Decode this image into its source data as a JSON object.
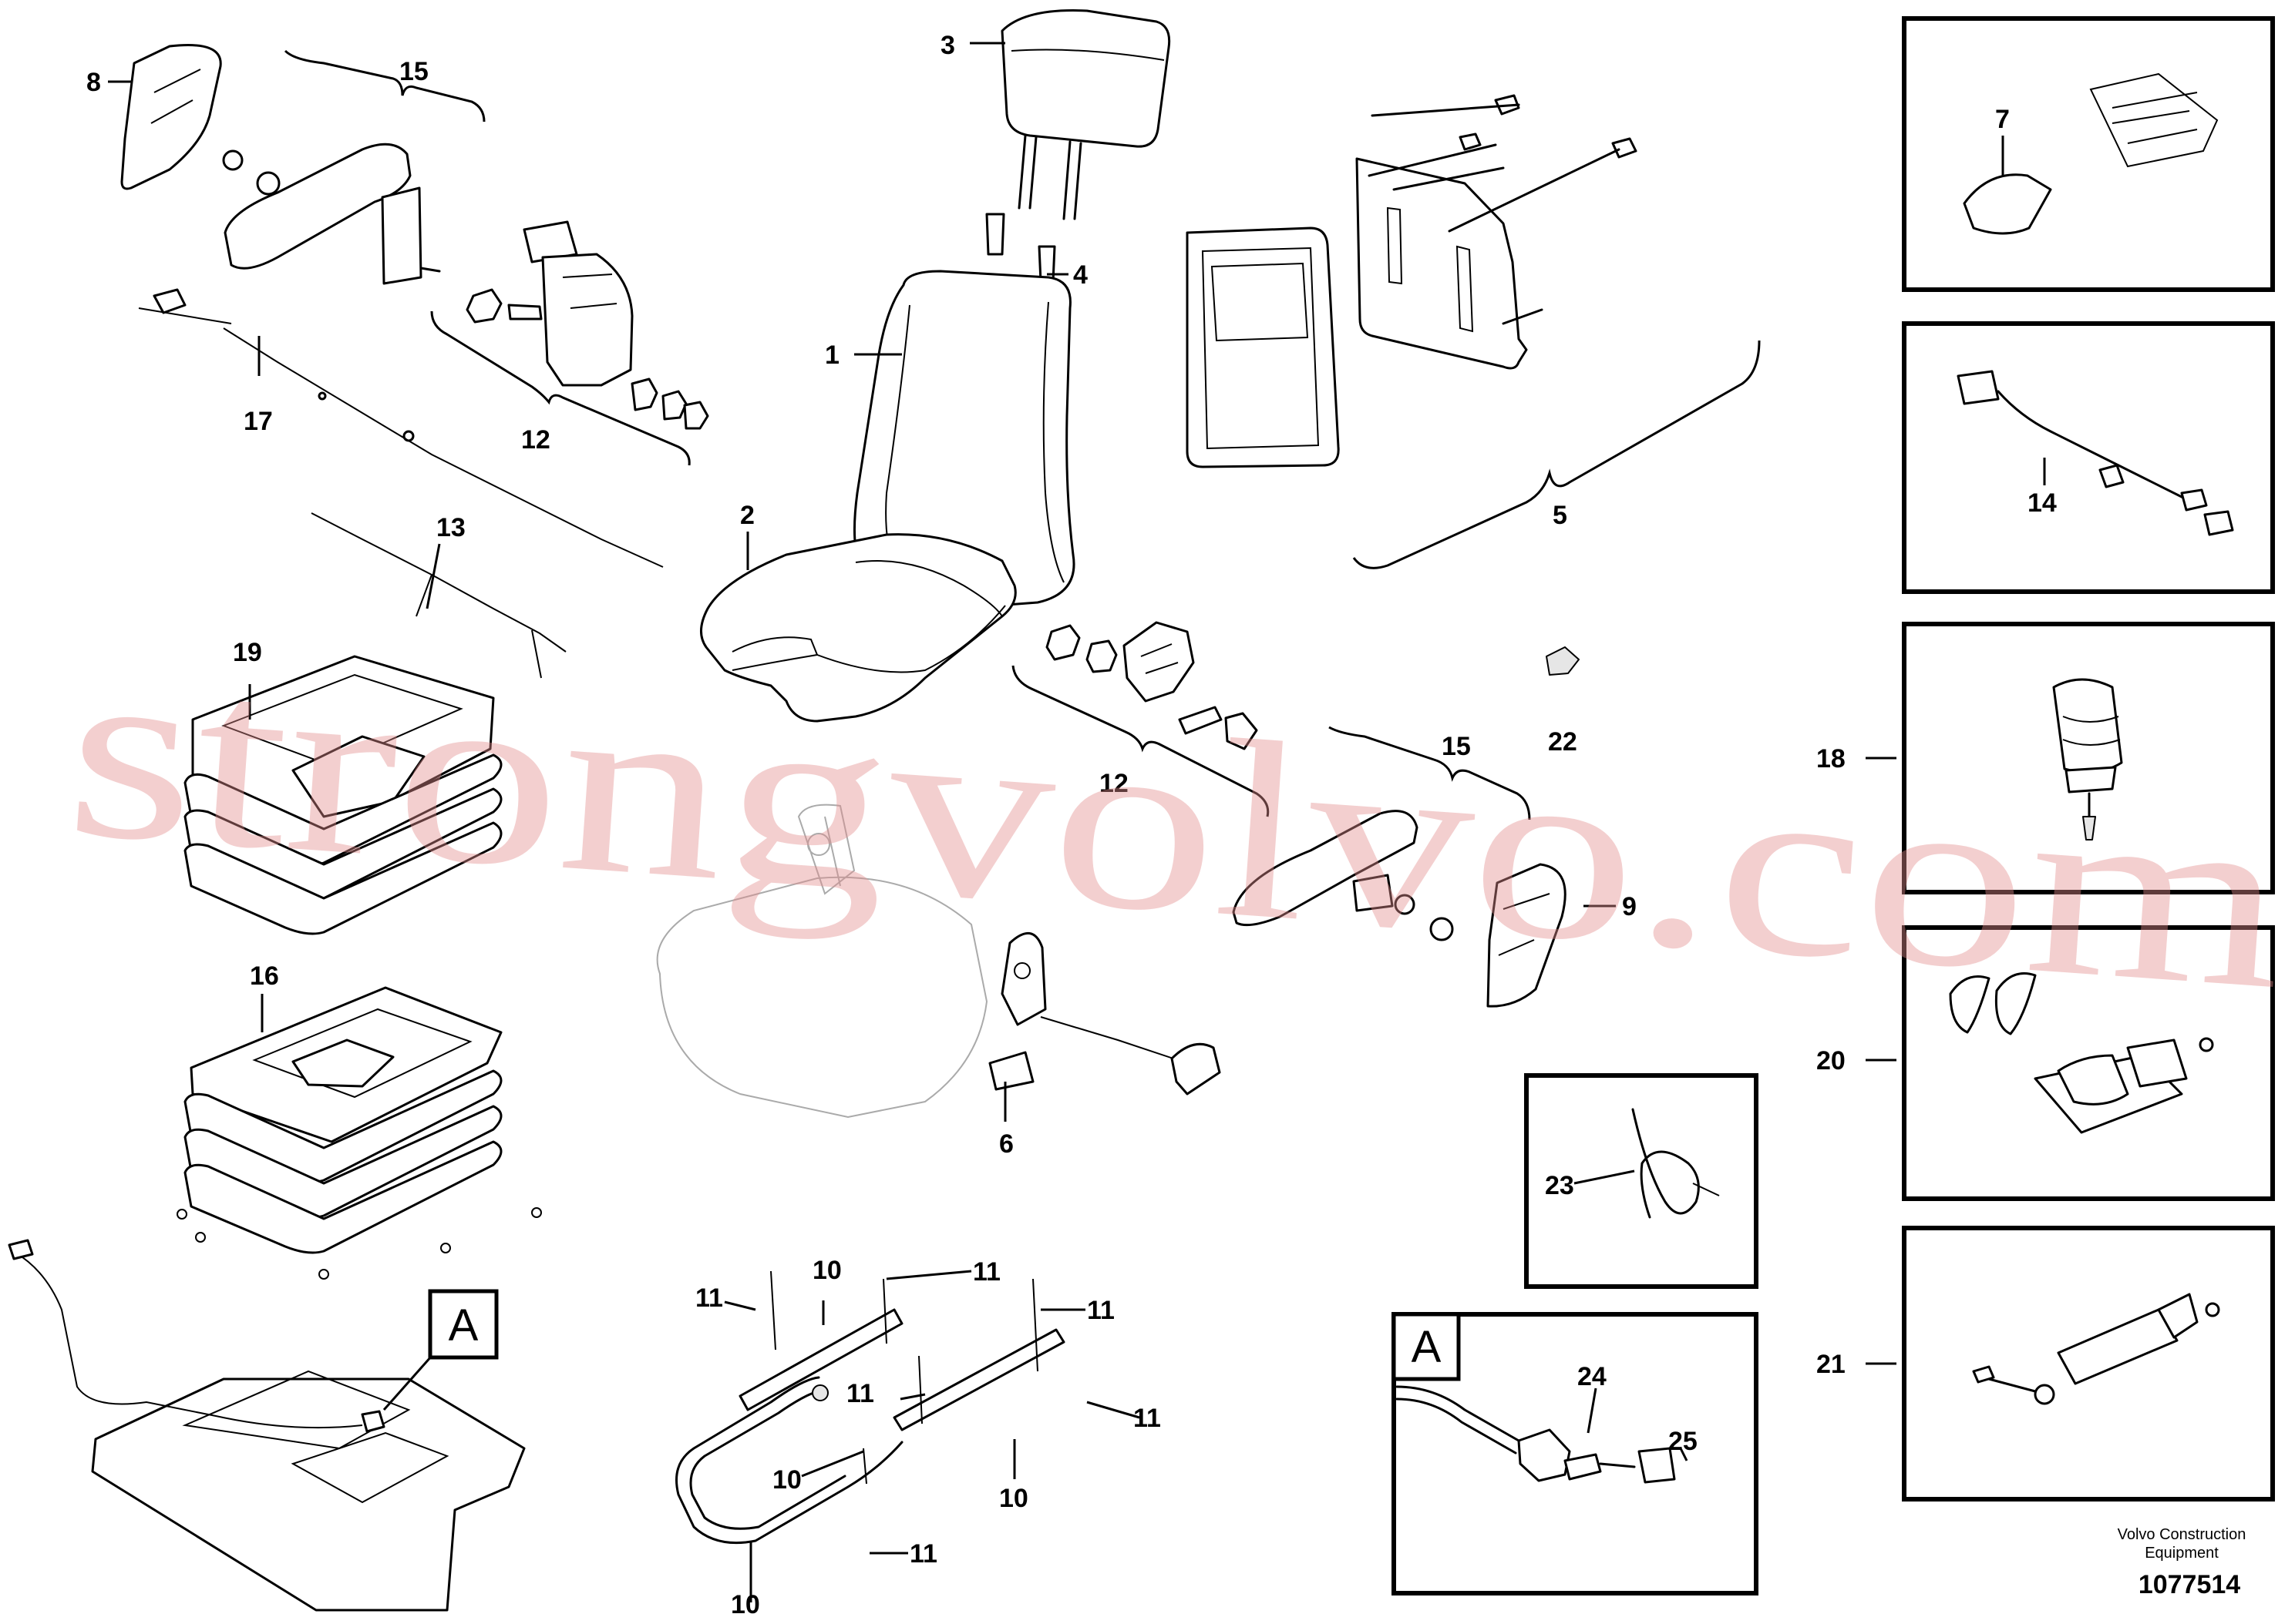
{
  "callouts": {
    "c1": "1",
    "c2": "2",
    "c3": "3",
    "c4": "4",
    "c5": "5",
    "c6": "6",
    "c7": "7",
    "c8": "8",
    "c9": "9",
    "c10a": "10",
    "c10b": "10",
    "c10c": "10",
    "c10d": "10",
    "c11a": "11",
    "c11b": "11",
    "c11c": "11",
    "c11d": "11",
    "c11e": "11",
    "c11f": "11",
    "c12a": "12",
    "c12b": "12",
    "c13": "13",
    "c14": "14",
    "c15a": "15",
    "c15b": "15",
    "c16": "16",
    "c17": "17",
    "c18": "18",
    "c19": "19",
    "c20": "20",
    "c21": "21",
    "c22": "22",
    "c23": "23",
    "c24": "24",
    "c25": "25"
  },
  "detail_refs": {
    "main": "A",
    "box": "A"
  },
  "footer": {
    "line1": "Volvo Construction",
    "line2": "Equipment",
    "doc_number": "1077514"
  },
  "watermark": "strongvolvo.com"
}
